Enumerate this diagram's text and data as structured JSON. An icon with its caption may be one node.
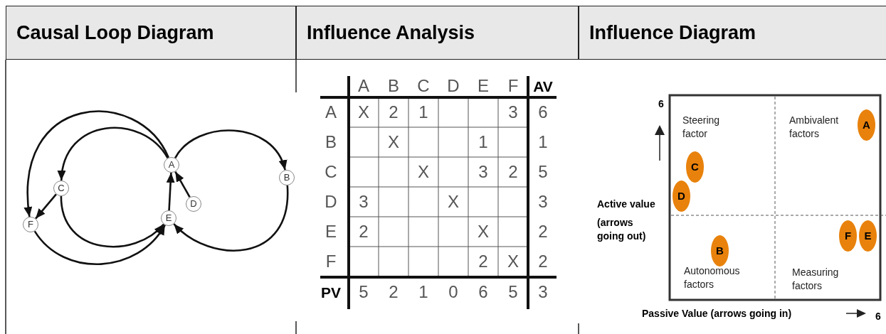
{
  "diagram": {
    "nodes": [
      {
        "text": [
          "Causal Loop Diagram"
        ]
      },
      {
        "text": [
          "Influence Analysis"
        ]
      },
      {
        "text": [
          "Influence Diagram"
        ]
      },
      {
        "text": [
          "A"
        ]
      },
      {
        "text": [
          "B"
        ]
      },
      {
        "text": [
          "C"
        ]
      },
      {
        "text": [
          "D"
        ]
      },
      {
        "text": [
          "E"
        ]
      },
      {
        "text": [
          "F"
        ]
      },
      {
        "text": [
          "A"
        ]
      },
      {
        "text": [
          "C"
        ]
      },
      {
        "text": [
          "D"
        ]
      },
      {
        "text": [
          "F"
        ]
      },
      {
        "text": [
          "E"
        ]
      },
      {
        "text": [
          "B"
        ]
      }
    ],
    "edges": [
      {
        "from": 3,
        "to": 4,
        "arrow": "to"
      },
      {
        "from": 4,
        "to": 7,
        "arrow": "to"
      },
      {
        "from": 3,
        "to": 5,
        "arrow": "to"
      },
      {
        "from": 3,
        "to": 8,
        "arrow": "to"
      },
      {
        "from": 5,
        "to": 8,
        "arrow": "to"
      },
      {
        "from": 5,
        "to": 7,
        "arrow": "to"
      },
      {
        "from": 8,
        "to": 7,
        "arrow": "to"
      },
      {
        "from": 7,
        "to": 3,
        "arrow": "to"
      },
      {
        "from": 6,
        "to": 3,
        "arrow": "to"
      }
    ],
    "labels": [
      "A",
      "B",
      "C",
      "D",
      "E",
      "F",
      "AV",
      "A",
      "X",
      "2",
      "1",
      "3",
      "6",
      "B",
      "X",
      "1",
      "1",
      "C",
      "X",
      "3",
      "2",
      "5",
      "D",
      "3",
      "X",
      "3",
      "E",
      "2",
      "X",
      "2",
      "F",
      "2",
      "X",
      "2",
      "PV",
      "5",
      "2",
      "1",
      "0",
      "6",
      "5",
      "3",
      "6",
      "Steering factor",
      "Ambivalent factors",
      "Active value",
      "(arrows going out)",
      "Autonomous factors",
      "Measuring factors",
      "Passive Value (arrows going in)",
      "6"
    ]
  }
}
